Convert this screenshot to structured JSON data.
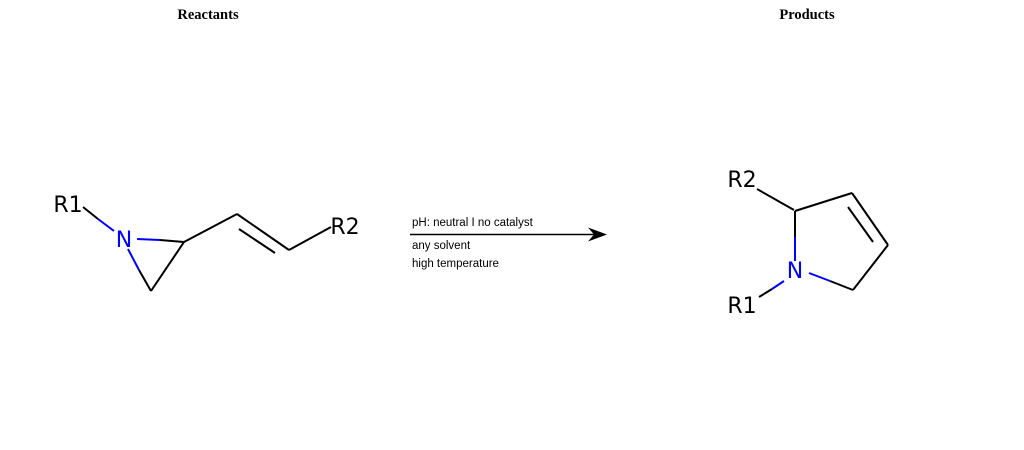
{
  "titles": {
    "reactants": "Reactants",
    "products": "Products"
  },
  "arrow": {
    "conditions_above": "pH: neutral I no catalyst",
    "conditions_below_1": "any solvent",
    "conditions_below_2": "high temperature"
  },
  "reactant_molecule": {
    "description_labels": {
      "r1": "R1",
      "n": "N",
      "r2": "R2"
    }
  },
  "product_molecule": {
    "description_labels": {
      "r2": "R2",
      "n": "N",
      "r1": "R1"
    }
  },
  "colors": {
    "background": "#ffffff",
    "bond": "#000000",
    "nitrogen": "#0000ff",
    "title_text": "#000000"
  }
}
